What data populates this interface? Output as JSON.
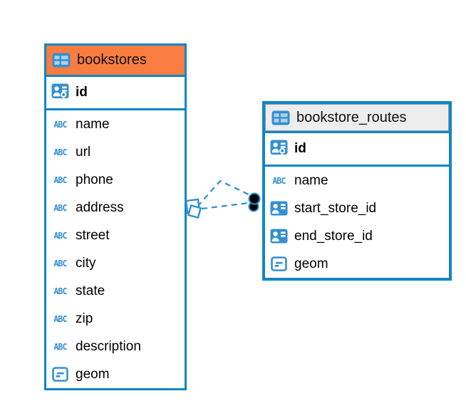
{
  "diagram": {
    "tables": [
      {
        "name": "bookstores",
        "header_color": "#f97d40",
        "columns": [
          {
            "name": "id",
            "type_icon": "primary-key"
          },
          {
            "name": "name",
            "type_icon": "text"
          },
          {
            "name": "url",
            "type_icon": "text"
          },
          {
            "name": "phone",
            "type_icon": "text"
          },
          {
            "name": "address",
            "type_icon": "text"
          },
          {
            "name": "street",
            "type_icon": "text"
          },
          {
            "name": "city",
            "type_icon": "text"
          },
          {
            "name": "state",
            "type_icon": "text"
          },
          {
            "name": "zip",
            "type_icon": "text"
          },
          {
            "name": "description",
            "type_icon": "text"
          },
          {
            "name": "geom",
            "type_icon": "geometry"
          }
        ]
      },
      {
        "name": "bookstore_routes",
        "header_color": "#ededed",
        "columns": [
          {
            "name": "id",
            "type_icon": "primary-key"
          },
          {
            "name": "name",
            "type_icon": "text"
          },
          {
            "name": "start_store_id",
            "type_icon": "reference"
          },
          {
            "name": "end_store_id",
            "type_icon": "reference"
          },
          {
            "name": "geom",
            "type_icon": "geometry"
          }
        ]
      }
    ],
    "connectors": {
      "count": 2,
      "style": "dashed",
      "from_table": "bookstores",
      "to_table": "bookstore_routes"
    },
    "icons": {
      "text_type_label": "ABC"
    },
    "colors": {
      "accent_blue": "#0e86c8",
      "icon_blue": "#338fd0",
      "selected_header_orange": "#f97d40",
      "header_gray": "#ededed",
      "connector_blue": "#2d8ecf"
    }
  }
}
